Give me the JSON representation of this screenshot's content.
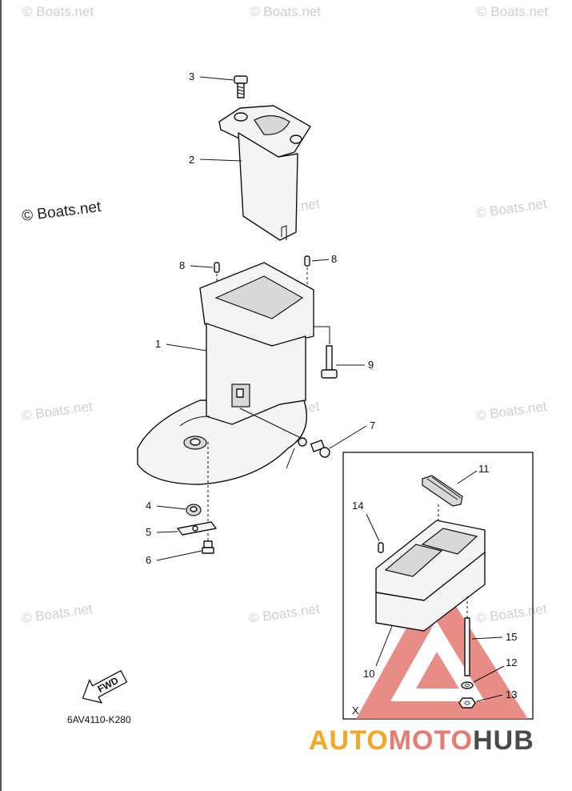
{
  "watermark": "© Boats.net",
  "copyright": "© Boats.net",
  "diagram_code": "6AV4110-K280",
  "fwd_label": "FWD",
  "inset_marker": "X",
  "brand": {
    "part1": "AUTO",
    "part2": "MOTO",
    "part3": "HUB",
    "color1": "#f5a623",
    "color2": "#e87a6e",
    "color3": "#4a4a4a"
  },
  "callouts": {
    "c1": "1",
    "c2": "2",
    "c3": "3",
    "c4": "4",
    "c5": "5",
    "c6": "6",
    "c7": "7",
    "c8a": "8",
    "c8b": "8",
    "c9": "9",
    "c10": "10",
    "c11": "11",
    "c12": "12",
    "c13": "13",
    "c14": "14",
    "c15": "15"
  }
}
